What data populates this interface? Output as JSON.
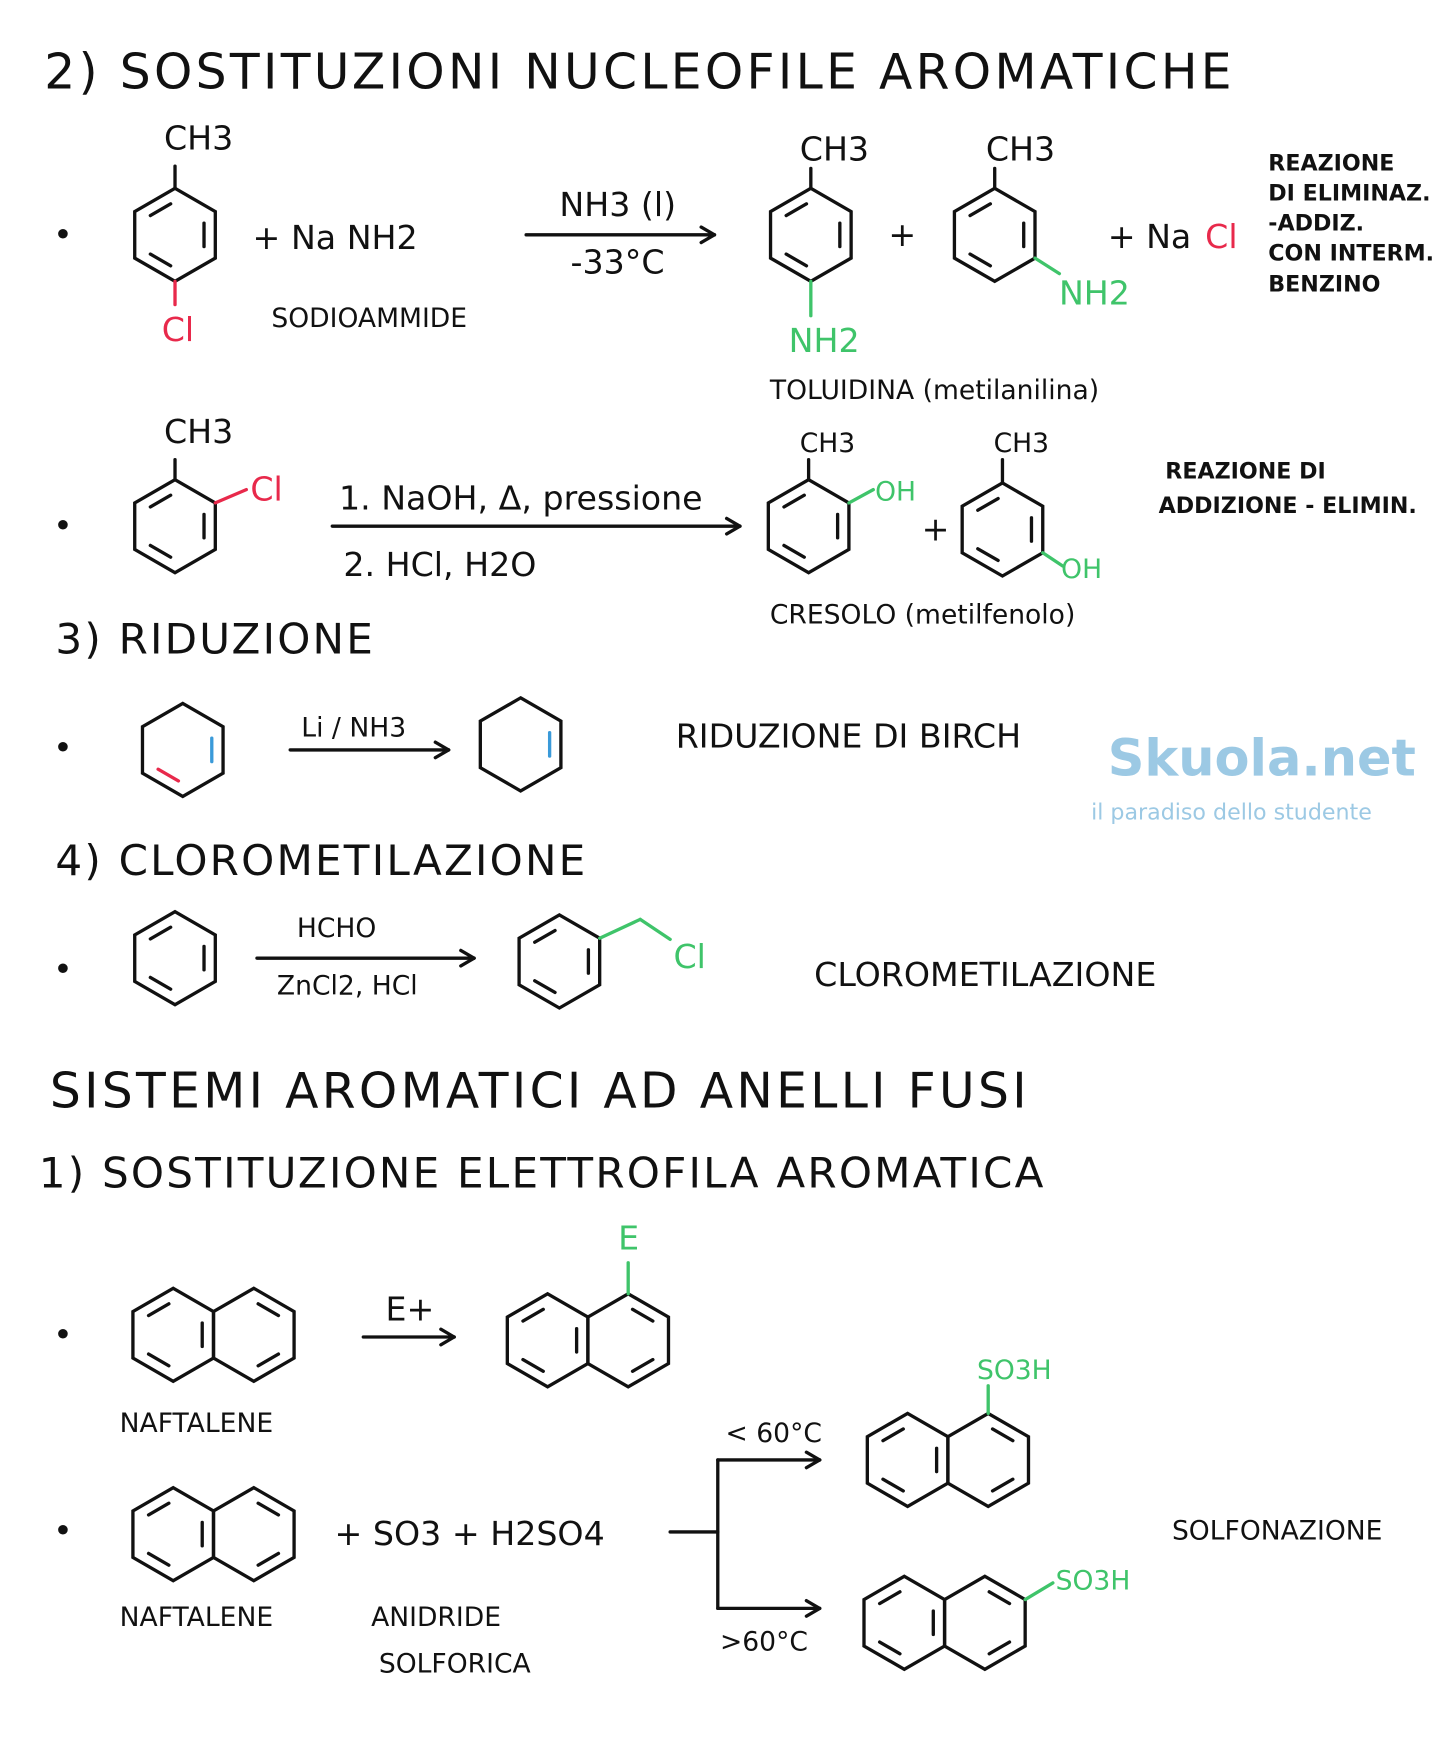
{
  "watermark": {
    "brand": "Skuola.net",
    "tagline": "il paradiso dello studente"
  },
  "section_nucleophilic": {
    "title": "2) SOSTITUZIONI NUCLEOFILE AROMATICHE",
    "r1": {
      "reactant_sub": "CH3",
      "reactant_halogen": "Cl",
      "reagent": "+ Na NH2",
      "reagent_name": "SODIOAMMIDE",
      "cond_top": "NH3 (l)",
      "cond_bottom": "-33°C",
      "p1_sub": "CH3",
      "p1_group": "NH2",
      "plus": "+",
      "p2_sub": "CH3",
      "p2_group": "NH2",
      "byproduct": "+ Na",
      "byproduct_cl": "Cl",
      "product_name": "TOLUIDINA  (metilanilina)",
      "note": [
        "REAZIONE",
        "DI ELIMINAZ.",
        "-ADDIZ.",
        "CON INTERM.",
        "BENZINO"
      ]
    },
    "r2": {
      "reactant_sub": "CH3",
      "reactant_halogen": "Cl",
      "cond_top": "1. NaOH, Δ, pressione",
      "cond_bottom": "2. HCl, H2O",
      "p1_sub": "CH3",
      "p1_group": "OH",
      "plus": "+",
      "p2_sub": "CH3",
      "p2_group": "OH",
      "product_name": "CRESOLO (metilfenolo)",
      "note": [
        "REAZIONE DI",
        "ADDIZIONE - ELIMIN."
      ]
    }
  },
  "section_reduction": {
    "title": "3) RIDUZIONE",
    "reagent": "Li / NH3",
    "name": "RIDUZIONE DI BIRCH"
  },
  "section_chloromethylation": {
    "title": "4) CLOROMETILAZIONE",
    "cond_top": "HCHO",
    "cond_bottom": "ZnCl2, HCl",
    "product_group": "Cl",
    "name": "CLOROMETILAZIONE"
  },
  "section_fused": {
    "title": "SISTEMI AROMATICI AD ANELLI FUSI",
    "subtitle": "1) SOSTITUZIONE ELETTROFILA AROMATICA",
    "r1": {
      "reagent": "E+",
      "product_group": "E",
      "reactant_name": "NAFTALENE"
    },
    "r2": {
      "reagents": "+ SO3 + H2SO4",
      "reactant_name": "NAFTALENE",
      "reagent_name_1": "ANIDRIDE",
      "reagent_name_2": "SOLFORICA",
      "cond_low": "< 60°C",
      "cond_high": ">60°C",
      "p1_group": "SO3H",
      "p2_group": "SO3H",
      "name": "SOLFONAZIONE"
    }
  },
  "bullet": "•"
}
